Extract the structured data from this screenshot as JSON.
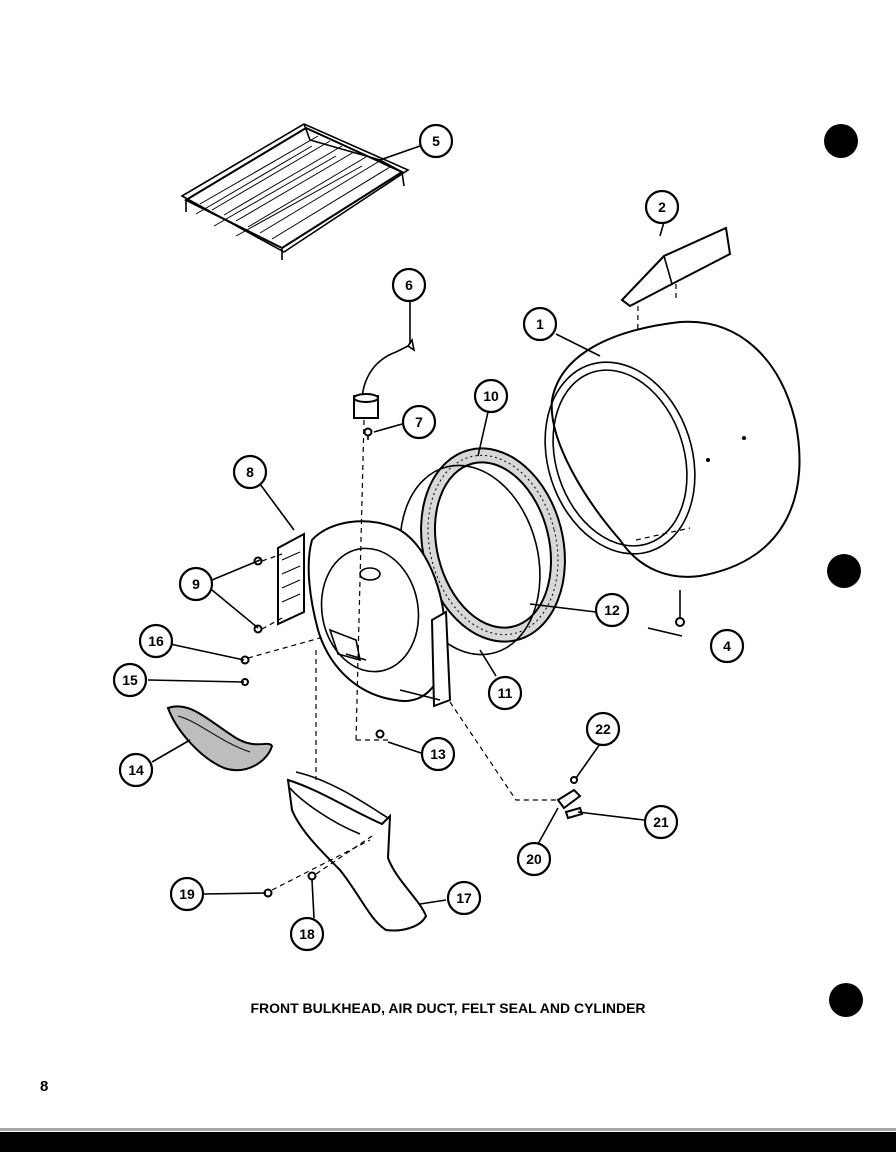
{
  "diagram": {
    "caption": "FRONT BULKHEAD, AIR DUCT, FELT SEAL AND CYLINDER",
    "page_number": "8",
    "callouts": [
      "1",
      "2",
      "4",
      "5",
      "6",
      "7",
      "8",
      "9",
      "10",
      "11",
      "12",
      "13",
      "14",
      "15",
      "16",
      "17",
      "18",
      "19",
      "20",
      "21",
      "22"
    ]
  }
}
